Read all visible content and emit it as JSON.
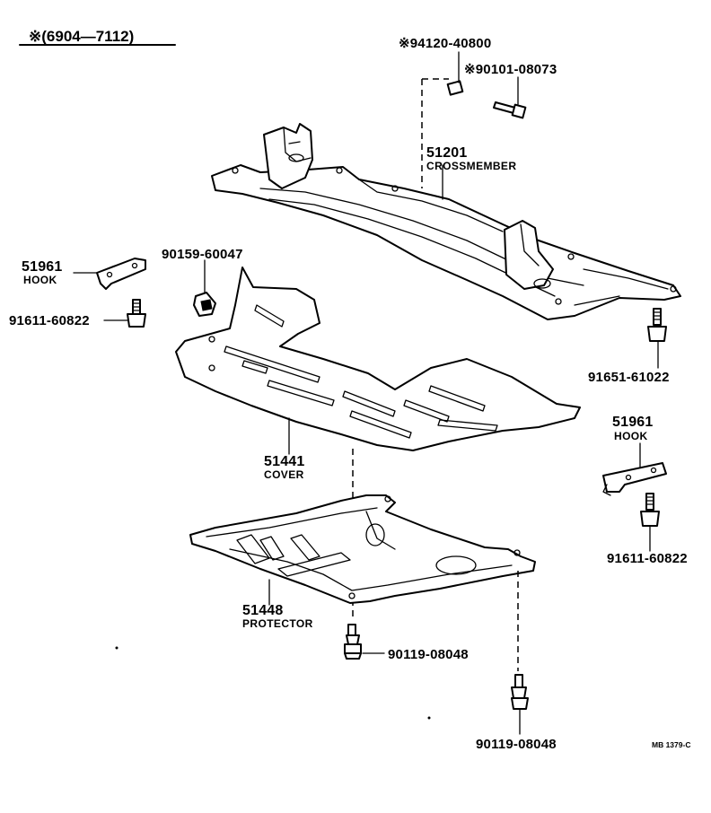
{
  "header": {
    "note": "※(6904—7112)"
  },
  "parts": {
    "nut_top": {
      "number": "※94120-40800"
    },
    "bolt_top": {
      "number": "※90101-08073"
    },
    "crossmember": {
      "number": "51201",
      "name": "CROSSMEMBER"
    },
    "hook_left": {
      "number": "51961",
      "name": "HOOK"
    },
    "clip_left": {
      "number": "90159-60047"
    },
    "bolt_left": {
      "number": "91611-60822"
    },
    "bolt_right_crossmember": {
      "number": "91651-61022"
    },
    "hook_right": {
      "number": "51961",
      "name": "HOOK"
    },
    "bolt_right_hook": {
      "number": "91611-60822"
    },
    "cover": {
      "number": "51441",
      "name": "COVER"
    },
    "protector": {
      "number": "51448",
      "name": "PROTECTOR"
    },
    "bolt_protector_mid": {
      "number": "90119-08048"
    },
    "bolt_protector_right": {
      "number": "90119-08048"
    }
  },
  "footer": {
    "ref": "MB 1379-C"
  }
}
